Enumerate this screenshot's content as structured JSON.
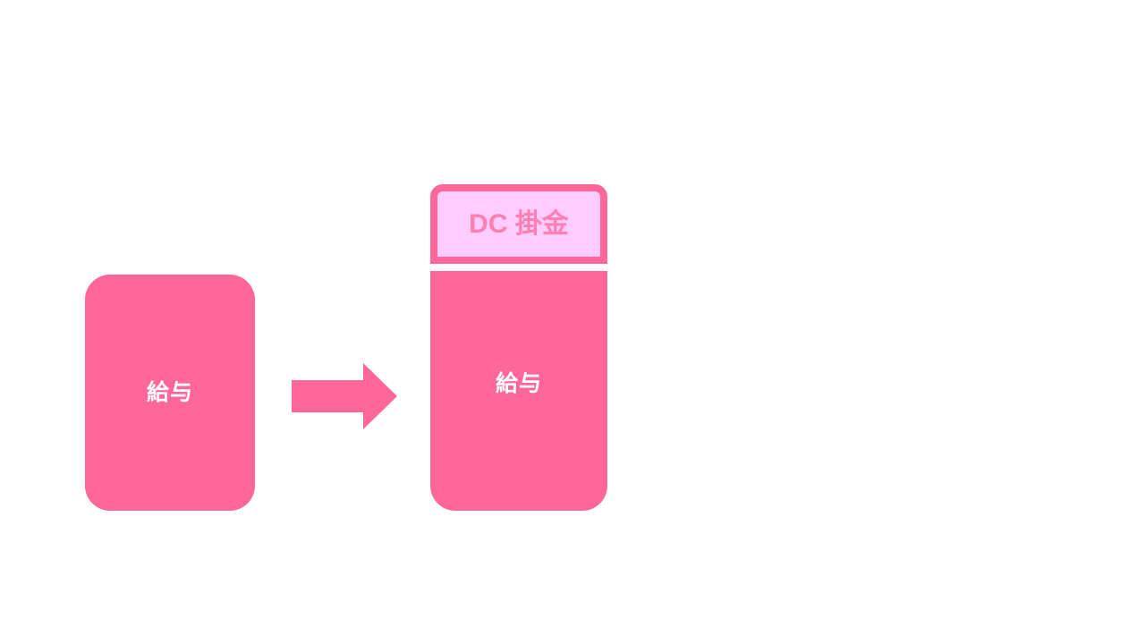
{
  "diagram": {
    "title": "",
    "background_color": "#ffffff",
    "colors": {
      "primary_pink": "#ff6699",
      "light_pink_fill": "#ffccff",
      "dc_label_pink": "#ff7fb0",
      "label_white": "#ffffff"
    }
  },
  "before": {
    "salary": {
      "label": "給与"
    }
  },
  "arrow": {
    "name": "right-arrow",
    "direction": "right",
    "color": "#ff6699"
  },
  "after": {
    "dc": {
      "label": "DC 掛金"
    },
    "salary": {
      "label": "給与"
    }
  }
}
